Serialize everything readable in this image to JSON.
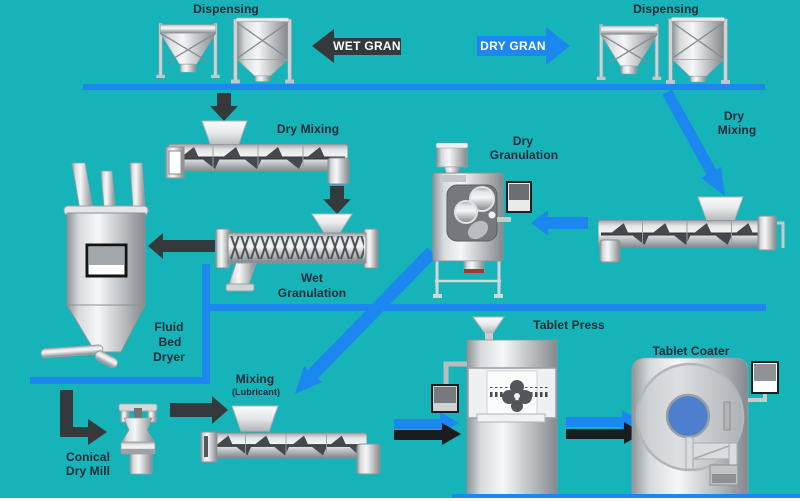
{
  "title": "Pharmaceutical granulation process flow diagram",
  "colors": {
    "background": "#16b3b9",
    "line_blue": "#1d87f0",
    "arrow_dark": "#35393c",
    "label_text": "#1d2936",
    "banner_text": "#ffffff",
    "coater_window_blue": "#4d7fce"
  },
  "banners": {
    "wet_gran": "WET GRAN",
    "dry_gran": "DRY GRAN"
  },
  "labels": {
    "dispensing_left": "Dispensing",
    "dispensing_right": "Dispensing",
    "dry_mixing_left": "Dry Mixing",
    "dry_mixing_right": [
      "Dry",
      "Mixing"
    ],
    "wet_granulation": [
      "Wet",
      "Granulation"
    ],
    "dry_granulation": [
      "Dry",
      "Granulation"
    ],
    "fluid_bed_dryer": [
      "Fluid",
      "Bed",
      "Dryer"
    ],
    "conical_dry_mill": [
      "Conical",
      "Dry Mill"
    ],
    "mixing_lubricant": [
      "Mixing",
      "(Lubricant)"
    ],
    "tablet_press": "Tablet Press",
    "tablet_coater": "Tablet Coater"
  },
  "process": {
    "wet_route": [
      "Dispensing",
      "Dry Mixing",
      "Wet Granulation",
      "Fluid Bed Dryer",
      "Conical Dry Mill",
      "Mixing (Lubricant)",
      "Tablet Press",
      "Tablet Coater"
    ],
    "dry_route": [
      "Dispensing",
      "Dry Mixing",
      "Dry Granulation",
      "Mixing (Lubricant)",
      "Tablet Press",
      "Tablet Coater"
    ]
  }
}
